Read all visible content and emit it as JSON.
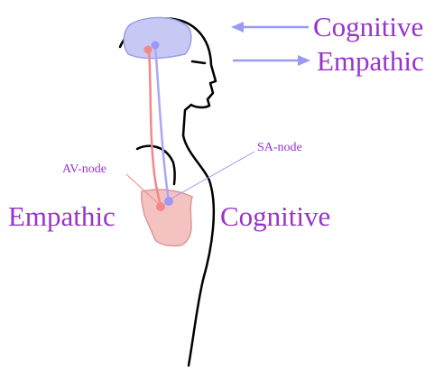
{
  "labels": {
    "cognitive_top": "Cognitive",
    "empathic_top": "Empathic",
    "sa_node": "SA-node",
    "av_node": "AV-node",
    "empathic_left": "Empathic",
    "cognitive_right": "Cognitive"
  },
  "colors": {
    "text_purple": "#9933cc",
    "arrow_lilac": "#9a9af2",
    "brain_fill": "#c8c8f5",
    "brain_stroke": "#9c9ce6",
    "heart_fill": "#f5c2c2",
    "heart_stroke": "#d99999",
    "pink_line": "#f38888",
    "blue_line": "#a8a8f8",
    "outline": "#000000"
  }
}
